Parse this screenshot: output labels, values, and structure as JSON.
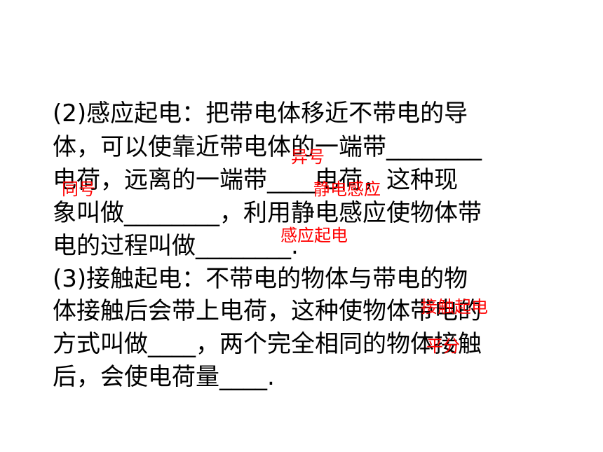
{
  "paragraph2": {
    "lines": [
      "(2)感应起电：把带电体移近不带电的导",
      "体，可以使靠近带电体的一端带________",
      "电荷，远离的一端带____电荷，这种现",
      "象叫做________，利用静电感应使物体带",
      "电的过程叫做________."
    ]
  },
  "paragraph3": {
    "lines": [
      "(3)接触起电：不带电的物体与带电的物",
      "体接触后会带上电荷，这种使物体带电的",
      "方式叫做____，两个完全相同的物体接触",
      "后，会使电荷量____."
    ]
  },
  "answers": {
    "a1": "异号",
    "a2": "同号",
    "a3": "静电感应",
    "a4": "感应起电",
    "a5": "接触起电",
    "a6": "平分"
  },
  "colors": {
    "text": "#000000",
    "answer": "#ff0000",
    "background": "#ffffff"
  }
}
